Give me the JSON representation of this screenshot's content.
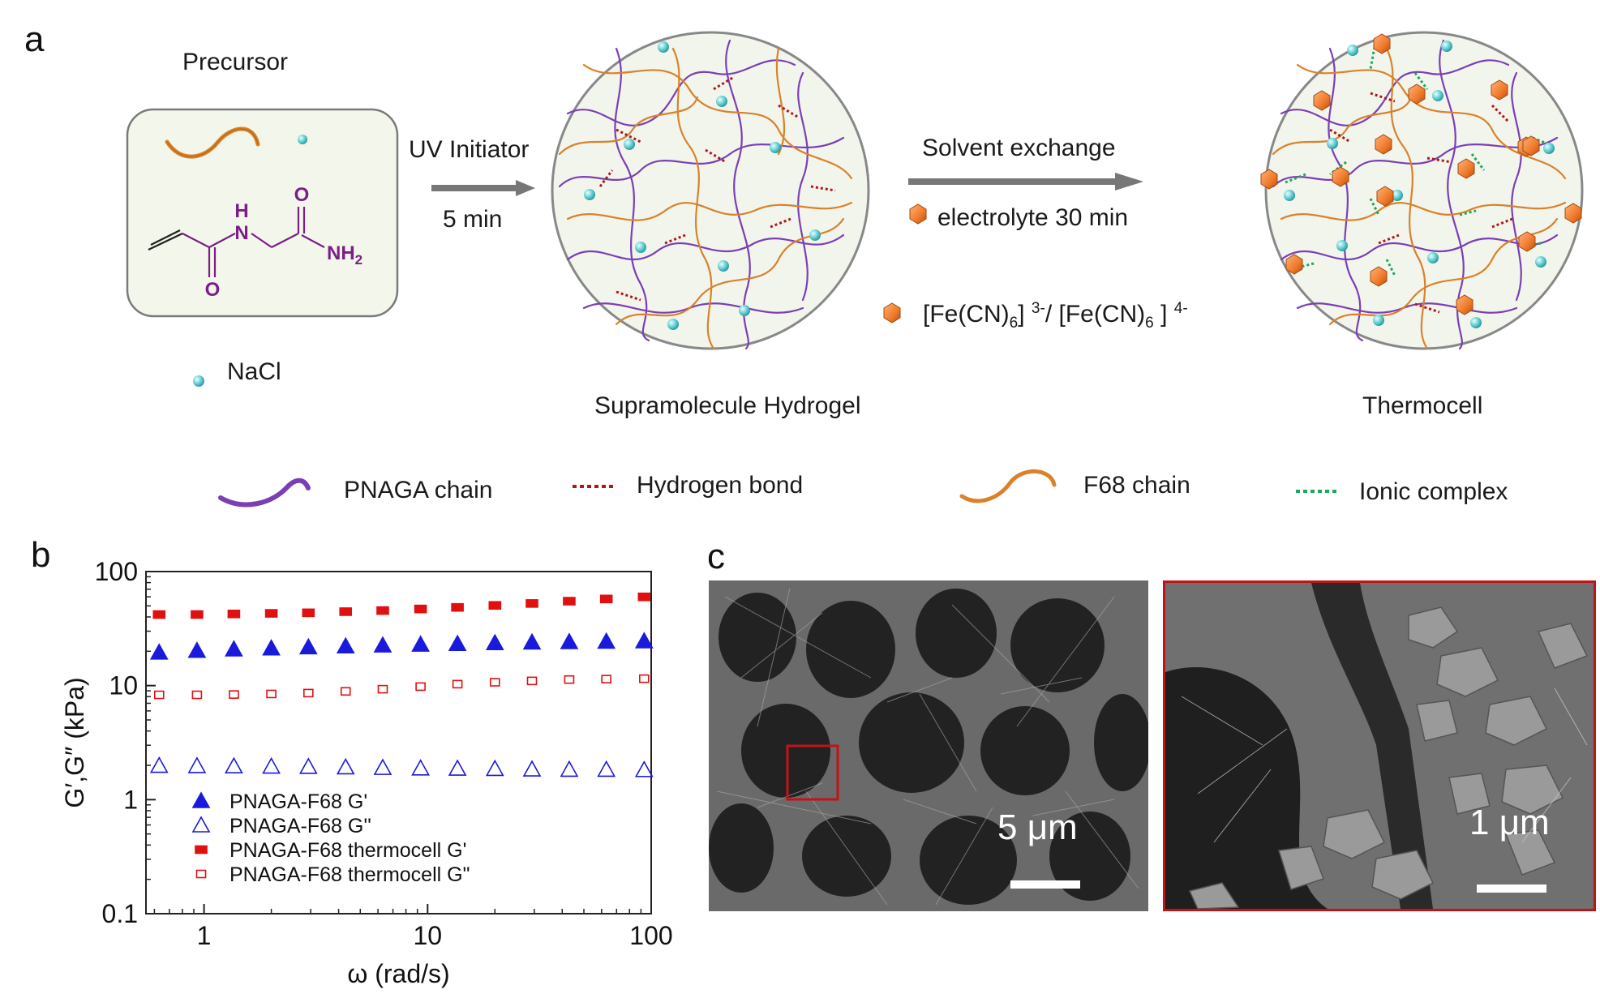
{
  "panel_a": {
    "letter": "a",
    "precursor_title": "Precursor",
    "nacl_label": "NaCl",
    "arrow1_top": "UV Initiator",
    "arrow1_bottom": "5 min",
    "hydrogel_label": "Supramolecule Hydrogel",
    "arrow2_top": "Solvent exchange",
    "arrow2_bottom": "electrolyte 30 min",
    "ferri_base": "[Fe(CN)",
    "ferri_sub": "6",
    "ferri_close": "]",
    "ferri_charge": "3-",
    "ferri_sep": "/ [Fe(CN)",
    "ferro_sub": "6",
    "ferro_close": " ]",
    "ferro_charge": "4-",
    "thermocell_label": "Thermocell",
    "molecule": {
      "n": "N",
      "h": "H",
      "o1": "O",
      "o2": "O",
      "nh2": "NH",
      "nh2_sub": "2"
    },
    "legend": {
      "pnaga": "PNAGA chain",
      "hbond": "Hydrogen bond",
      "f68": "F68 chain",
      "ionic": "Ionic complex"
    },
    "colors": {
      "pnaga": "#7b3fb5",
      "f68": "#d9822b",
      "hbond": "#b01818",
      "ionic": "#1fa85a",
      "nacl": "#6fd3d6",
      "hexagon": "#f07a2a"
    }
  },
  "panel_b": {
    "letter": "b"
  },
  "panel_c": {
    "letter": "c",
    "scale_left": "5 μm",
    "scale_right": "1 μm"
  },
  "chart_data": {
    "type": "scatter",
    "xlabel": "ω (rad/s)",
    "ylabel": "G′,G″ (kPa)",
    "xscale": "log",
    "yscale": "log",
    "xlim": [
      0.55,
      100
    ],
    "ylim": [
      0.1,
      100
    ],
    "xticks": [
      "1",
      "10",
      "100"
    ],
    "yticks": [
      "0.1",
      "1",
      "10",
      "100"
    ],
    "legend_position": "bottom-left",
    "x": [
      0.63,
      0.93,
      1.36,
      2.0,
      2.93,
      4.3,
      6.3,
      9.3,
      13.6,
      20,
      29.3,
      43,
      63,
      93
    ],
    "series": [
      {
        "name": "PNAGA-F68 G'",
        "marker": "filled-triangle",
        "color": "#1a1adc",
        "values": [
          19.5,
          20.2,
          20.8,
          21.2,
          21.7,
          22.1,
          22.5,
          22.9,
          23.2,
          23.6,
          23.9,
          24.1,
          24.3,
          24.5
        ]
      },
      {
        "name": "PNAGA-F68 G''",
        "marker": "open-triangle",
        "color": "#1a1adc",
        "values": [
          1.98,
          1.97,
          1.96,
          1.95,
          1.94,
          1.92,
          1.9,
          1.88,
          1.87,
          1.86,
          1.84,
          1.83,
          1.83,
          1.82
        ]
      },
      {
        "name": "PNAGA-F68 thermocell G'",
        "marker": "filled-square",
        "color": "#e01010",
        "values": [
          42,
          42,
          42.5,
          43,
          43.5,
          44.5,
          45.5,
          47,
          48.5,
          50.5,
          52.5,
          55,
          57.5,
          60
        ]
      },
      {
        "name": "PNAGA-F68 thermocell G\"",
        "marker": "open-square",
        "color": "#e01010",
        "values": [
          8.3,
          8.3,
          8.35,
          8.45,
          8.6,
          8.9,
          9.3,
          9.8,
          10.3,
          10.7,
          11.0,
          11.3,
          11.4,
          11.5
        ]
      }
    ]
  }
}
